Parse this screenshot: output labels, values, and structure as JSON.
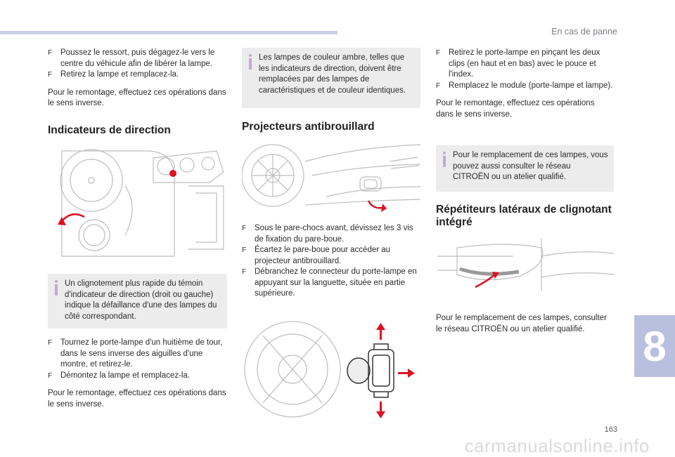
{
  "header": {
    "section_title": "En cas de panne"
  },
  "footer": {
    "page_number": "163",
    "watermark": "carmanualsonline.info",
    "chapter": "8"
  },
  "col1": {
    "top_bullets": [
      "Poussez le ressort, puis dégagez-le vers le centre du véhicule afin de libérer la lampe.",
      "Retirez la lampe et remplacez-la."
    ],
    "top_para": "Pour le remontage, effectuez ces opérations dans le sens inverse.",
    "heading": "Indicateurs de direction",
    "note": "Un clignotement plus rapide du témoin d'indicateur de direction (droit ou gauche) indique la défaillance d'une des lampes du côté correspondant.",
    "bullets": [
      "Tournez le porte-lampe d'un huitième de tour, dans le sens inverse des aiguilles d'une montre, et retirez-le.",
      "Démontez la lampe et remplacez-la."
    ],
    "para": "Pour le remontage, effectuez ces opérations dans le sens inverse."
  },
  "col2": {
    "note": "Les lampes de couleur ambre, telles que les indicateurs de direction, doivent être remplacées par des lampes de caractéristiques et de couleur identiques.",
    "heading": "Projecteurs antibrouillard",
    "bullets": [
      "Sous le pare-chocs avant, dévissez les 3 vis de fixation du pare-boue.",
      "Écartez le pare-boue pour accéder au projecteur antibrouillard.",
      "Débranchez le connecteur du porte-lampe en appuyant sur la languette, située en partie supérieure."
    ]
  },
  "col3": {
    "bullets": [
      "Retirez le porte-lampe en pinçant les deux clips (en haut et en bas) avec le pouce et l'index.",
      "Remplacez le module (porte-lampe et lampe)."
    ],
    "para": "Pour le remontage, effectuez ces opérations dans le sens inverse.",
    "note": "Pour le remplacement de ces lampes, vous pouvez aussi consulter le réseau CITROËN ou un atelier qualifié.",
    "heading": "Répétiteurs latéraux de clignotant intégré",
    "para2": "Pour le remplacement de ces lampes, consulter le réseau CITROËN ou un atelier qualifié."
  },
  "colors": {
    "accent_red": "#e01020",
    "note_bg": "#ececec",
    "info_icon": "#c3a7d8",
    "tab": "#b9bfde"
  },
  "bullet_glyph": "F"
}
